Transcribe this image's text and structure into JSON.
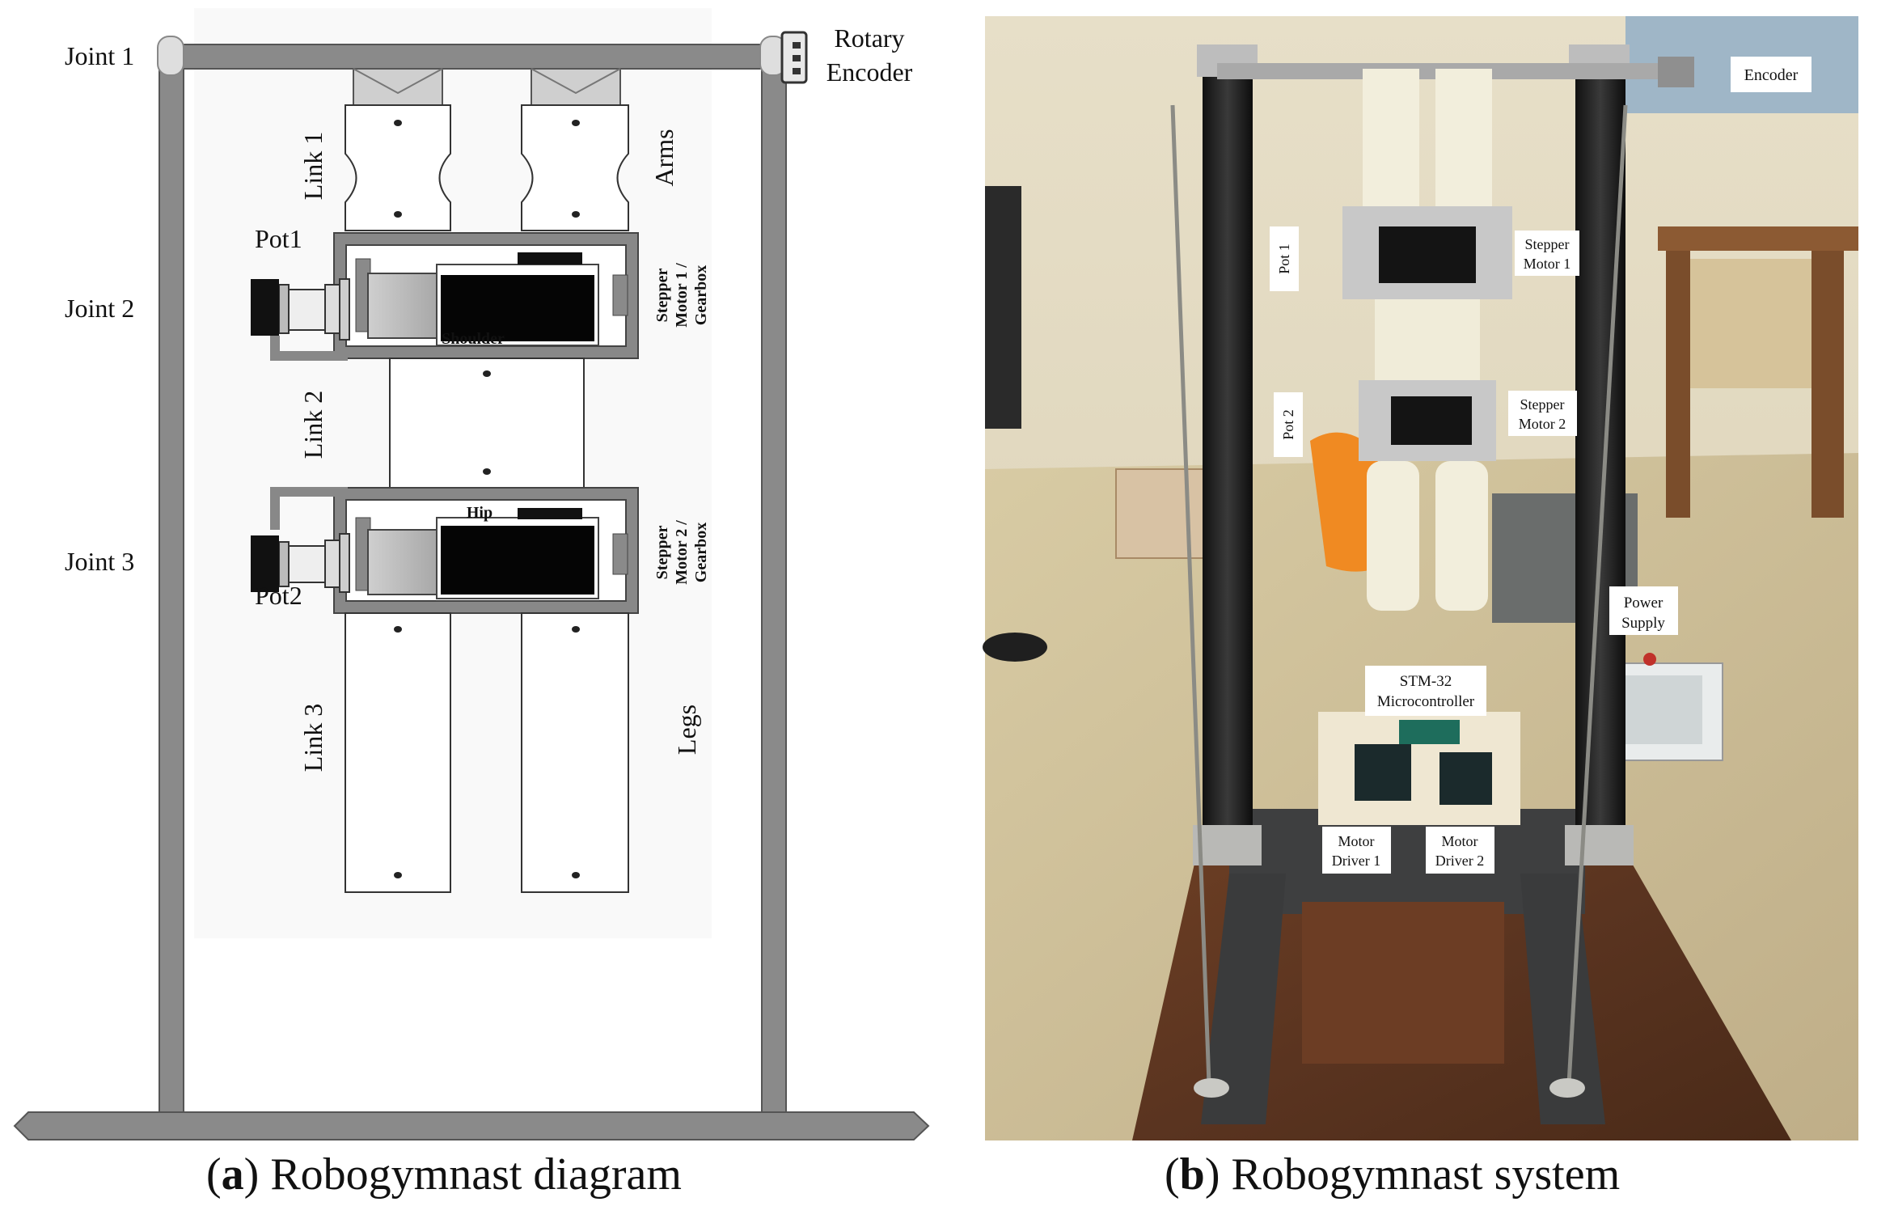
{
  "panel_a": {
    "labels": {
      "joint1": "Joint 1",
      "joint2": "Joint 2",
      "joint3": "Joint 3",
      "rotary_encoder_line1": "Rotary",
      "rotary_encoder_line2": "Encoder",
      "link1": "Link 1",
      "link2": "Link 2",
      "link3": "Link 3",
      "arms": "Arms",
      "legs": "Legs",
      "pot1": "Pot1",
      "pot2": "Pot2",
      "shoulder": "Shoulder",
      "hip": "Hip",
      "stepper1_line1": "Stepper",
      "stepper1_line2": "Motor 1 /",
      "stepper1_line3": "Gearbox",
      "stepper2_line1": "Stepper",
      "stepper2_line2": "Motor 2 /",
      "stepper2_line3": "Gearbox"
    },
    "caption": {
      "letter": "a",
      "text": "Robogymnast diagram"
    }
  },
  "panel_b": {
    "labels": {
      "encoder": "Encoder",
      "pot1": "Pot 1",
      "pot2": "Pot 2",
      "stepper1_line1": "Stepper",
      "stepper1_line2": "Motor 1",
      "stepper2_line1": "Stepper",
      "stepper2_line2": "Motor 2",
      "power_line1": "Power",
      "power_line2": "Supply",
      "mcu_line1": "STM-32",
      "mcu_line2": "Microcontroller",
      "driver1_line1": "Motor",
      "driver1_line2": "Driver 1",
      "driver2_line1": "Motor",
      "driver2_line2": "Driver 2"
    },
    "caption": {
      "letter": "b",
      "text": "Robogymnast system"
    }
  }
}
